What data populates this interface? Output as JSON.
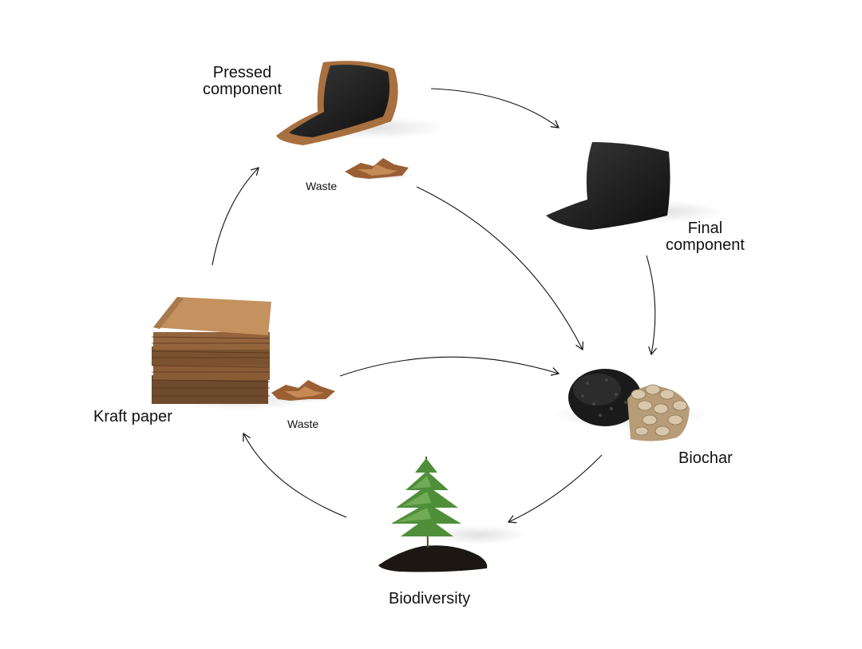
{
  "nodes": {
    "pressed_component": {
      "line1": "Pressed",
      "line2": "component"
    },
    "final_component": {
      "line1": "Final",
      "line2": "component"
    },
    "biochar": {
      "label": "Biochar"
    },
    "biodiversity": {
      "label": "Biodiversity"
    },
    "kraft_paper": {
      "label": "Kraft paper"
    }
  },
  "waste_labels": {
    "top": "Waste",
    "left": "Waste"
  },
  "colors": {
    "arrow": "#111111",
    "paper": "#b07d4f",
    "paper_dark": "#7a5233",
    "shell": "#1e1e1e",
    "biochar": "#1a1a1a",
    "mushroom": "#c9b79a",
    "foliage": "#4f8f3a",
    "soil": "#1c1712"
  }
}
